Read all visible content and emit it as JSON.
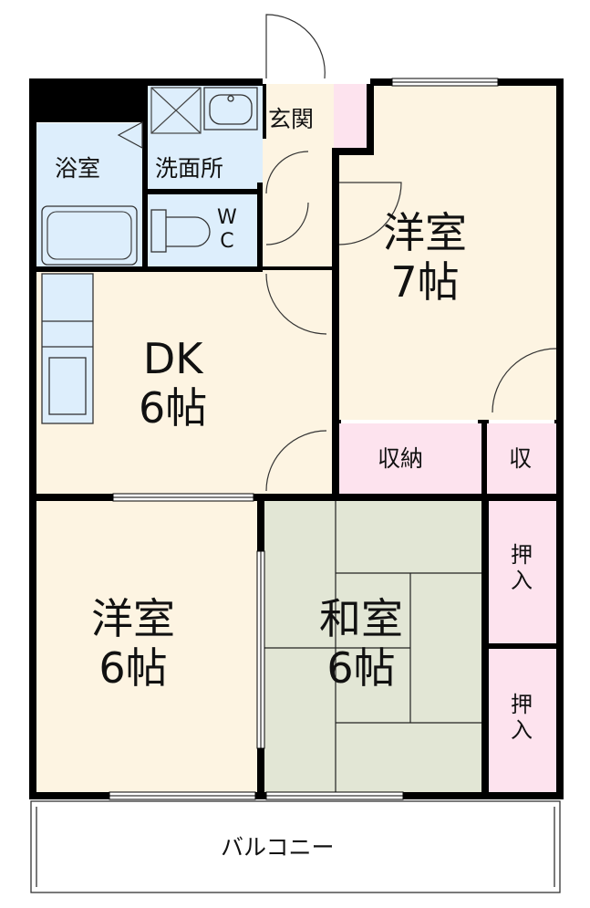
{
  "colors": {
    "wall": "#000000",
    "western_room": "#fdf4e2",
    "tatami": "#e2e6d5",
    "storage": "#fde3ee",
    "wet_area": "#ddeefc",
    "entrance": "#fdf4e2",
    "balcony": "#ffffff"
  },
  "rooms": {
    "bath": {
      "name": "浴室"
    },
    "washroom": {
      "name": "洗面所"
    },
    "wc": {
      "line1": "W",
      "line2": "C"
    },
    "entrance": {
      "name": "玄関"
    },
    "western_7": {
      "name": "洋室",
      "size": "7帖"
    },
    "dk": {
      "name": "DK",
      "size": "6帖"
    },
    "storage_1": {
      "name": "収納"
    },
    "storage_2": {
      "name": "収"
    },
    "western_6": {
      "name": "洋室",
      "size": "6帖"
    },
    "japanese_6": {
      "name": "和室",
      "size": "6帖"
    },
    "closet_1": {
      "line1": "押",
      "line2": "入"
    },
    "closet_2": {
      "line1": "押",
      "line2": "入"
    },
    "balcony": {
      "name": "バルコニー"
    }
  }
}
